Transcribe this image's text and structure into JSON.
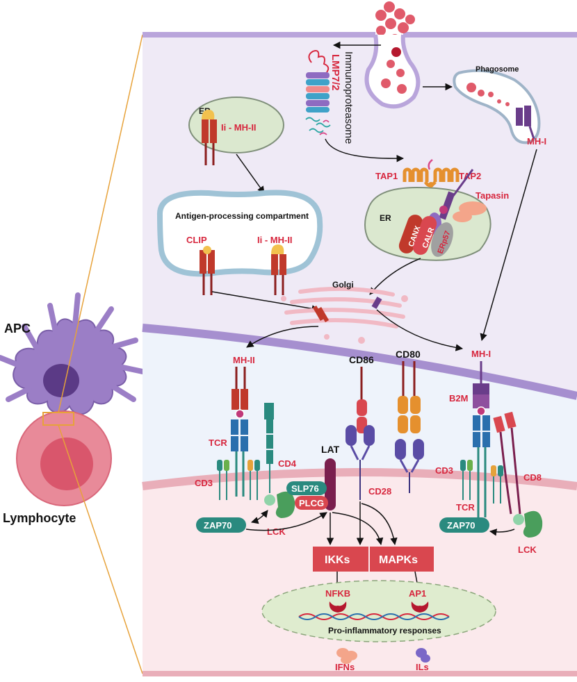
{
  "left": {
    "apc": "APC",
    "lymphocyte": "Lymphocyte"
  },
  "upper": {
    "immunoproteasome": "Immunoproteasome",
    "lmp": "LMP7/2",
    "phagosome": "Phagosome",
    "er_left": "ER",
    "ii_mhii_top": "Ii - MH-II",
    "apc_compartment": "Antigen-processing compartment",
    "clip": "CLIP",
    "ii_mhii_comp": "Ii - MH-II",
    "tap1": "TAP1",
    "tap2": "TAP2",
    "er_right": "ER",
    "tapasin": "Tapasin",
    "canx": "CANX",
    "calr": "CALR",
    "erp57": "ERp57",
    "mhi_top": "MH-I",
    "golgi": "Golgi"
  },
  "synapse": {
    "mhii": "MH-II",
    "cd86": "CD86",
    "cd80": "CD80",
    "mhi": "MH-I",
    "b2m": "B2M",
    "tcr_left": "TCR",
    "lat": "LAT",
    "cd4": "CD4",
    "cd3_left": "CD3",
    "cd3_right": "CD3",
    "cd28": "CD28",
    "cd8": "CD8",
    "slp76": "SLP76",
    "plcg": "PLCG",
    "tcr_right": "TCR",
    "zap70_left": "ZAP70",
    "zap70_right": "ZAP70",
    "lck_left": "LCK",
    "lck_right": "LCK"
  },
  "signaling": {
    "ikks": "IKKs",
    "mapks": "MAPKs",
    "nfkb": "NFKB",
    "ap1": "AP1",
    "pro_inflammatory": "Pro-inflammatory responses",
    "ifns": "IFNs",
    "ils": "ILs"
  },
  "colors": {
    "label_red": "#d7263d",
    "apc_cytoplasm": "#efeaf6",
    "lymph_cytoplasm": "#fbe9ec",
    "membrane_purple": "#a68fcf",
    "membrane_pink": "#e9aeb9",
    "er_green": "#dbe8cf",
    "box_red": "#d9474f",
    "teal": "#2a8a7f"
  }
}
